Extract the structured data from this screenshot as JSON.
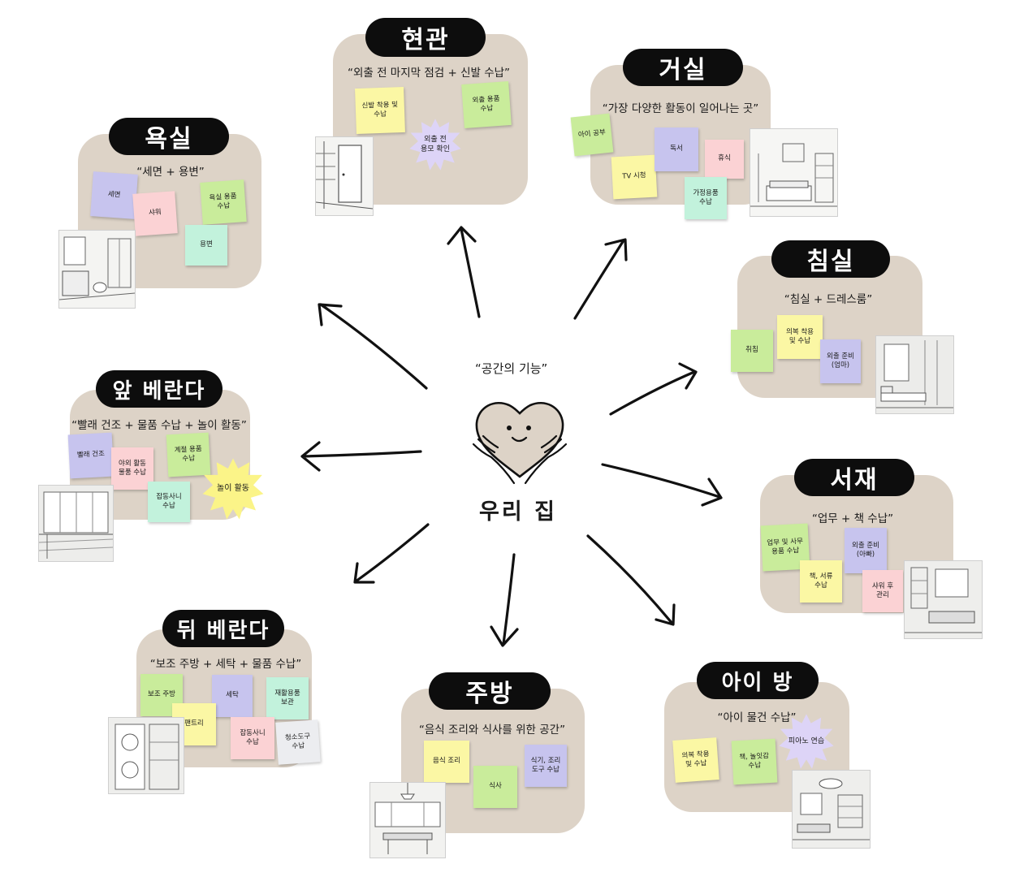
{
  "center": {
    "label": "“공간의 기능”",
    "title": "우리 집"
  },
  "colors": {
    "panel": "#ddd3c7",
    "title_bg": "#0d0d0d",
    "yellow": "#fbf7a4",
    "green": "#c9ec9b",
    "purple": "#c7c4ee",
    "pink": "#fbd2d4",
    "mint": "#c2f2dc",
    "burst": "#ddd4f7",
    "burst_yellow": "#fbf488"
  },
  "rooms": {
    "entrance": {
      "title": "현관",
      "desc": "“외출 전 마지막 점검 + 신발 수납”",
      "notes": [
        "신발 착용 및\n수납",
        "외출 용품\n수납"
      ],
      "burst": "외출 전\n용모 확인"
    },
    "living": {
      "title": "거실",
      "desc": "“가장 다양한 활동이 일어나는 곳”",
      "notes": [
        "아이 공부",
        "TV 시청",
        "독서",
        "휴식",
        "가정용품\n수납"
      ]
    },
    "bath": {
      "title": "욕실",
      "desc": "“세면 + 용변”",
      "notes": [
        "세면",
        "샤워",
        "욕실 용품\n수납",
        "용변"
      ]
    },
    "bedroom": {
      "title": "침실",
      "desc": "“침실 + 드레스룸”",
      "notes": [
        "취침",
        "의복 착용\n및 수납",
        "외출 준비\n(엄마)"
      ]
    },
    "frontveranda": {
      "title": "앞 베란다",
      "desc": "“빨래 건조 + 물품 수납 + 놀이 활동”",
      "notes": [
        "빨래 건조",
        "야외 활동\n물품 수납",
        "계절 용품\n수납",
        "잡동사니\n수납"
      ],
      "burst": "놀이 활동"
    },
    "study": {
      "title": "서재",
      "desc": "“업무 + 책 수납”",
      "notes": [
        "업무 및 사무\n용품 수납",
        "외출 준비\n(아빠)",
        "책, 서류\n수납",
        "샤워 후\n관리"
      ]
    },
    "backveranda": {
      "title": "뒤 베란다",
      "desc": "“보조 주방 + 세탁 + 물품 수납”",
      "notes": [
        "보조 주방",
        "세탁",
        "재활용품\n보관",
        "팬트리",
        "잡동사니\n수납",
        "청소도구\n수납"
      ]
    },
    "kitchen": {
      "title": "주방",
      "desc": "“음식 조리와 식사를 위한 공간”",
      "notes": [
        "음식 조리",
        "식사",
        "식기, 조리\n도구 수납"
      ]
    },
    "kidsroom": {
      "title": "아이 방",
      "desc": "“아이 물건 수납”",
      "notes": [
        "의복 착용\n및 수납",
        "책, 놀잇감\n수납"
      ],
      "burst": "피아노 연습"
    }
  }
}
